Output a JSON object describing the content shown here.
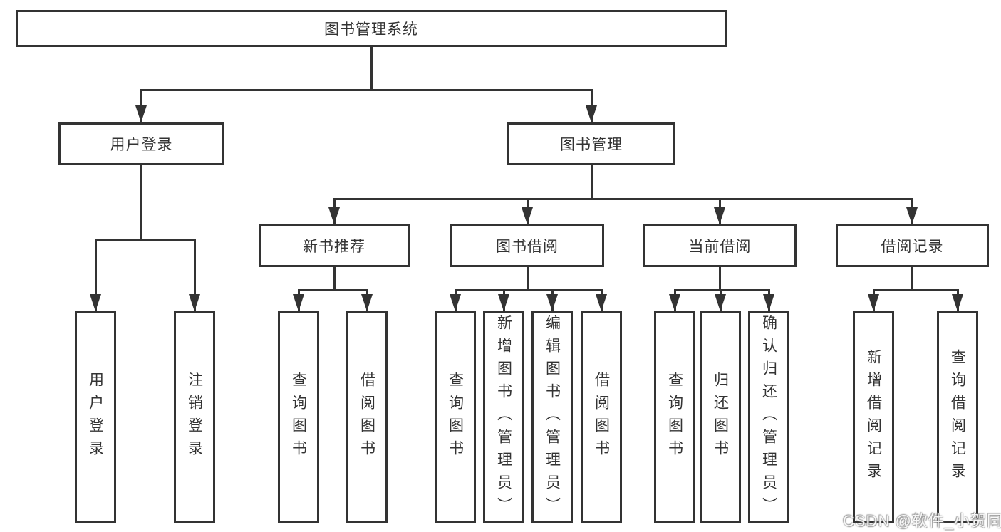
{
  "diagram": {
    "root": {
      "label": "图书管理系统"
    },
    "branches": [
      {
        "label": "用户登录",
        "children": [
          {
            "label": "用户登录"
          },
          {
            "label": "注销登录"
          }
        ]
      },
      {
        "label": "图书管理",
        "groups": [
          {
            "label": "新书推荐",
            "children": [
              {
                "label": "查询图书"
              },
              {
                "label": "借阅图书"
              }
            ]
          },
          {
            "label": "图书借阅",
            "children": [
              {
                "label": "查询图书"
              },
              {
                "label": "新增图书（管理员）"
              },
              {
                "label": "编辑图书（管理员）"
              },
              {
                "label": "借阅图书"
              }
            ]
          },
          {
            "label": "当前借阅",
            "children": [
              {
                "label": "查询图书"
              },
              {
                "label": "归还图书"
              },
              {
                "label": "确认归还（管理员）"
              }
            ]
          },
          {
            "label": "借阅记录",
            "children": [
              {
                "label": "新增借阅记录"
              },
              {
                "label": "查询借阅记录"
              }
            ]
          }
        ]
      }
    ]
  },
  "watermark": {
    "text": "CSDN @软件_小贺同学"
  },
  "colors": {
    "line": "#333333",
    "text": "#333333",
    "background": "#ffffff"
  }
}
